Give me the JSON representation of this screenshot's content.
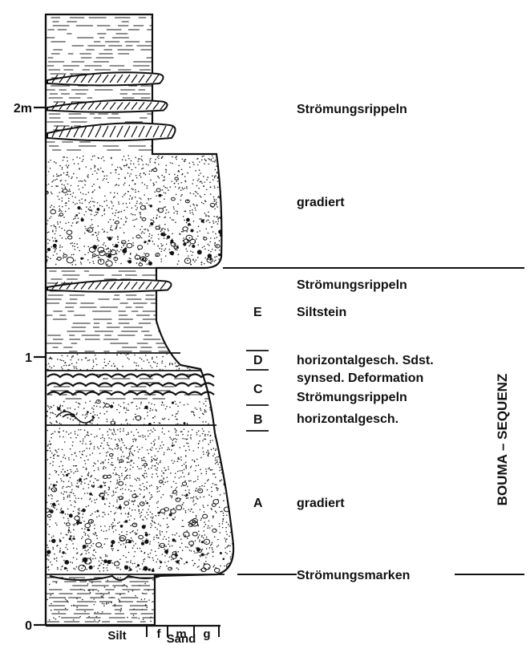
{
  "column": {
    "depth_ticks": [
      "2m",
      "1",
      "0"
    ],
    "grain_axis": {
      "silt": "Silt",
      "sand_classes": [
        "f",
        "m",
        "g"
      ],
      "sand": "Sand"
    }
  },
  "upper_labels": {
    "ripples_top": "Strömungsrippeln",
    "graded_top": "gradiert"
  },
  "bouma": {
    "title": "BOUMA – SEQUENZ",
    "intervals": [
      {
        "letter": "",
        "text": "Strömungsrippeln"
      },
      {
        "letter": "E",
        "text": "Siltstein"
      },
      {
        "letter": "D",
        "text": "horizontalgesch. Sdst."
      },
      {
        "letter": "",
        "text": "synsed. Deformation"
      },
      {
        "letter": "C",
        "text": "Strömungsrippeln"
      },
      {
        "letter": "B",
        "text": "horizontalgesch."
      },
      {
        "letter": "A",
        "text": "gradiert"
      }
    ],
    "base": "Strömungsmarken"
  }
}
